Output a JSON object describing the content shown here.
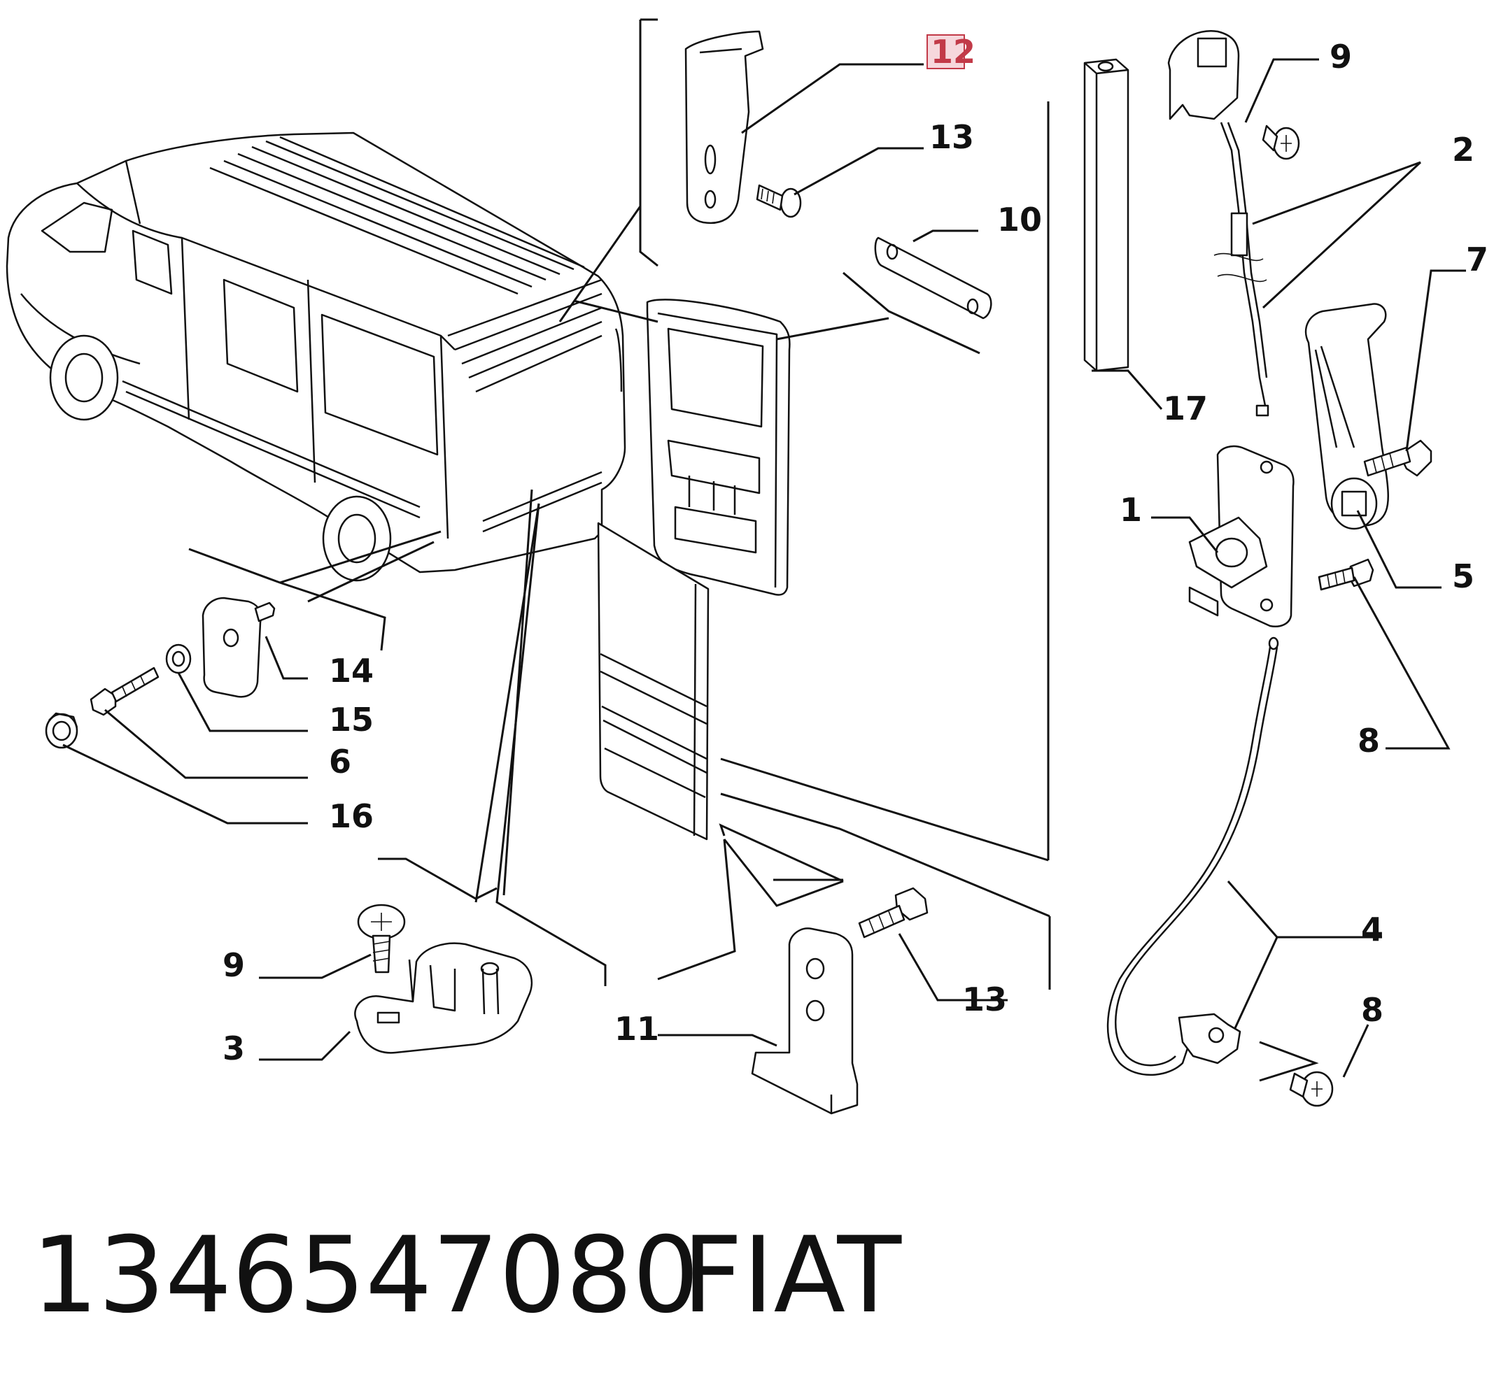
{
  "labels": {
    "l1": "1",
    "l2": "2",
    "l3": "3",
    "l4": "4",
    "l5": "5",
    "l6": "6",
    "l7": "7",
    "l8a": "8",
    "l8b": "8",
    "l9a": "9",
    "l9b": "9",
    "l10": "10",
    "l11": "11",
    "l12": "12",
    "l13a": "13",
    "l13b": "13",
    "l14": "14",
    "l15": "15",
    "l16": "16",
    "l17": "17"
  },
  "footer": {
    "part_number": "1346547080",
    "brand": "FIAT"
  },
  "colors": {
    "highlight": "#c23a48",
    "ink": "#111111"
  }
}
